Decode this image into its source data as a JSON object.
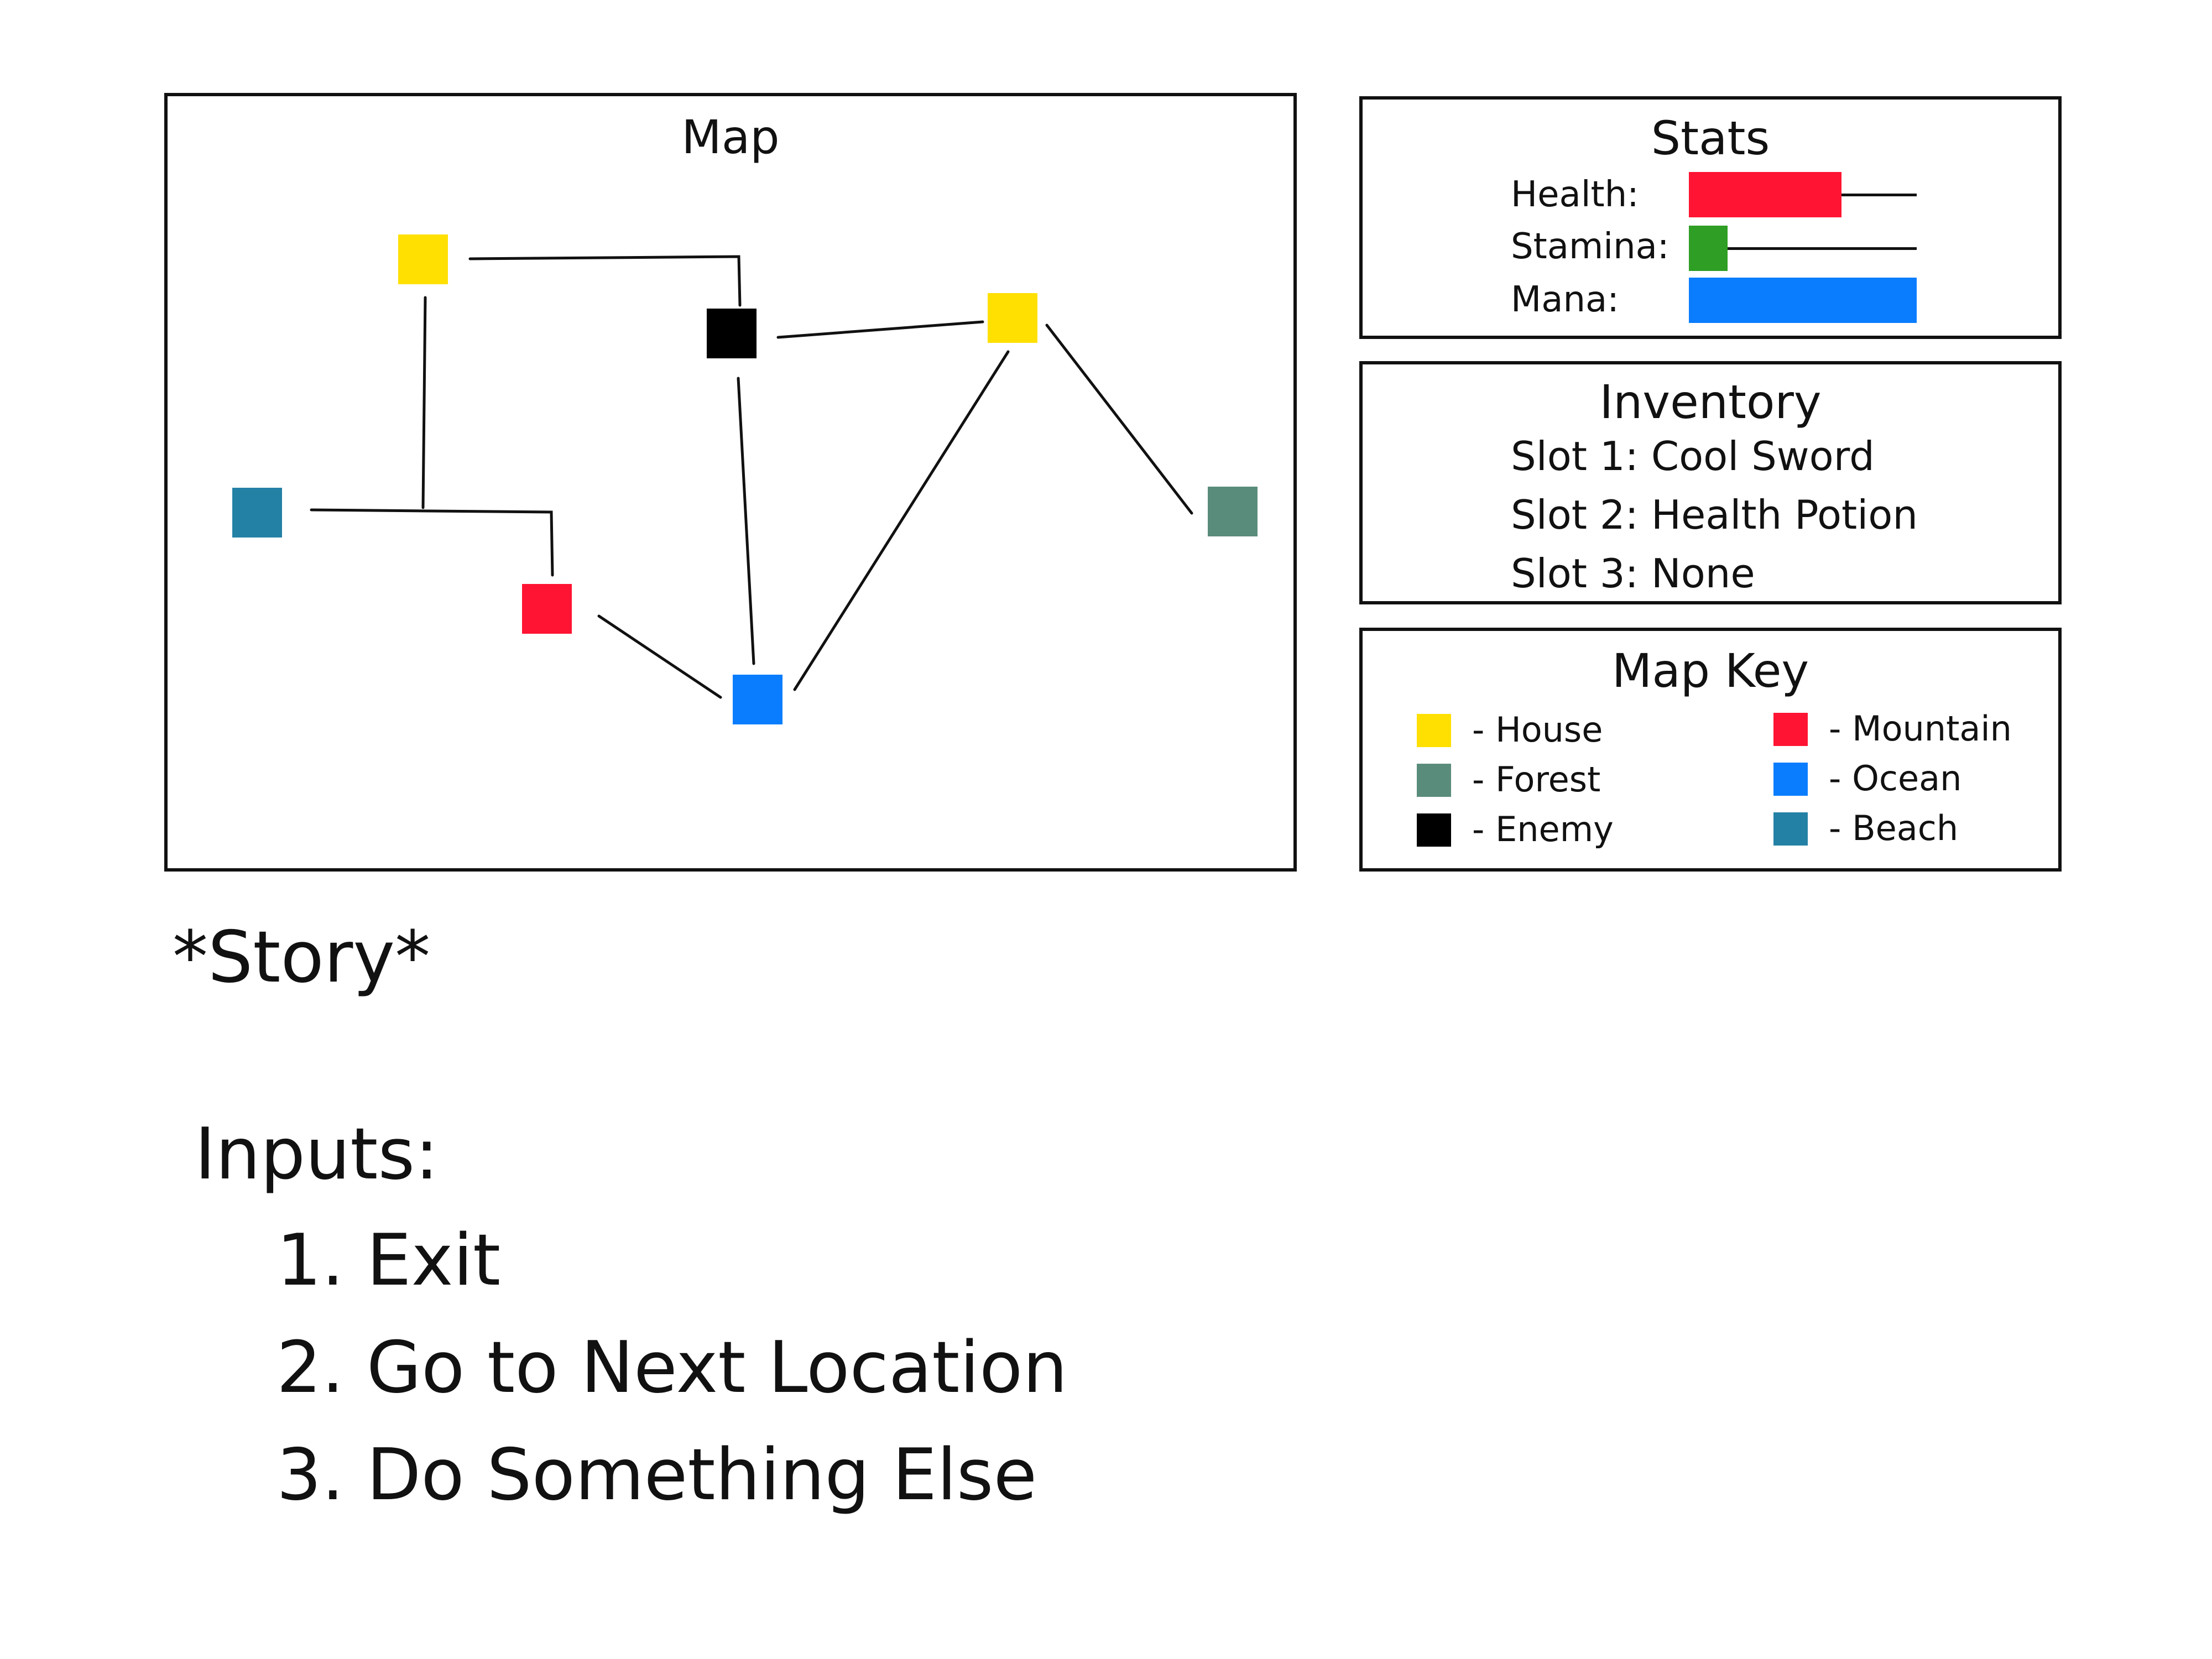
{
  "map": {
    "title": "Map",
    "locations": [
      {
        "id": "house-1",
        "type": "House",
        "color": "#FFE000"
      },
      {
        "id": "enemy-1",
        "type": "Enemy",
        "color": "#000000"
      },
      {
        "id": "house-2",
        "type": "House",
        "color": "#FFE000"
      },
      {
        "id": "beach-1",
        "type": "Beach",
        "color": "#2481A6"
      },
      {
        "id": "mountain-1",
        "type": "Mountain",
        "color": "#FF1433"
      },
      {
        "id": "ocean-1",
        "type": "Ocean",
        "color": "#0A7DFF"
      },
      {
        "id": "forest-1",
        "type": "Forest",
        "color": "#5A8C7C"
      }
    ]
  },
  "stats": {
    "title": "Stats",
    "items": [
      {
        "label": "Health:",
        "value": 0.67,
        "color": "#FF1433"
      },
      {
        "label": "Stamina:",
        "value": 0.17,
        "color": "#2E9E24"
      },
      {
        "label": "Mana:",
        "value": 1.0,
        "color": "#0A7DFF"
      }
    ]
  },
  "inventory": {
    "title": "Inventory",
    "slots": [
      "Slot 1: Cool Sword",
      "Slot 2: Health Potion",
      "Slot 3: None"
    ]
  },
  "map_key": {
    "title": "Map Key",
    "items": [
      {
        "label": "- House",
        "color": "#FFE000"
      },
      {
        "label": "- Forest",
        "color": "#5A8C7C"
      },
      {
        "label": "- Enemy",
        "color": "#000000"
      },
      {
        "label": "- Mountain",
        "color": "#FF1433"
      },
      {
        "label": "- Ocean",
        "color": "#0A7DFF"
      },
      {
        "label": "- Beach",
        "color": "#2481A6"
      }
    ]
  },
  "story": {
    "text": "*Story*"
  },
  "inputs": {
    "heading": "Inputs:",
    "options": [
      "1. Exit",
      "2. Go to Next Location",
      "3. Do Something Else"
    ]
  }
}
